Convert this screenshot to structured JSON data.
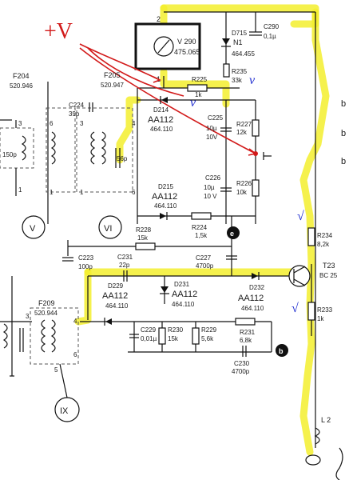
{
  "annotation": {
    "handwritten": "+V"
  },
  "meter": {
    "ref": "V 290",
    "part": "475.065"
  },
  "labels": {
    "F204": {
      "ref": "F204",
      "part": "520.946"
    },
    "F205": {
      "ref": "F205",
      "part": "520.947"
    },
    "F209": {
      "ref": "F209",
      "part": "520.944"
    },
    "D715": {
      "ref": "D715",
      "type": "N1",
      "part": "464.455"
    },
    "C290": {
      "ref": "C290",
      "val": "0,1µ"
    },
    "R235": {
      "ref": "R235",
      "val": "33k"
    },
    "R225": {
      "ref": "R225",
      "val": "1k"
    },
    "D214": {
      "ref": "D214",
      "type": "AA112",
      "part": "464.110"
    },
    "C225": {
      "ref": "C225",
      "val": "10µ",
      "volt": "10V"
    },
    "R227": {
      "ref": "R227",
      "val": "12k"
    },
    "C226": {
      "ref": "C226",
      "val": "10µ",
      "volt": "10 V"
    },
    "R226": {
      "ref": "R226",
      "val": "10k"
    },
    "D215": {
      "ref": "D215",
      "type": "AA112",
      "part": "464.110"
    },
    "C224": {
      "ref": "C224",
      "val": "39p"
    },
    "C56": {
      "val": "56p"
    },
    "C150": {
      "val": "150p"
    },
    "R228": {
      "ref": "R228",
      "val": "15k"
    },
    "R224": {
      "ref": "R224",
      "val": "1,5k"
    },
    "C223": {
      "ref": "C223",
      "val": "100p"
    },
    "C231": {
      "ref": "C231",
      "val": "22p"
    },
    "C227": {
      "ref": "C227",
      "val": "4700p"
    },
    "D229": {
      "ref": "D229",
      "type": "AA112",
      "part": "464.110"
    },
    "D231": {
      "ref": "D231",
      "type": "AA112",
      "part": "464.110"
    },
    "D232": {
      "ref": "D232",
      "type": "AA112",
      "part": "464.110"
    },
    "C229": {
      "ref": "C229",
      "val": "0,01µ"
    },
    "R230": {
      "ref": "R230",
      "val": "15k"
    },
    "R229": {
      "ref": "R229",
      "val": "5,6k"
    },
    "R231": {
      "ref": "R231",
      "val": "6,8k"
    },
    "C230": {
      "ref": "C230",
      "val": "4700p"
    },
    "R234": {
      "ref": "R234",
      "val": "8,2k"
    },
    "R233": {
      "ref": "R233",
      "val": "1k"
    },
    "T23": {
      "ref": "T23",
      "type": "BC 25"
    },
    "L2": {
      "ref": "L 2"
    }
  },
  "node_markers": {
    "e": "e",
    "b": "b"
  },
  "test_points": {
    "V": "V",
    "VI": "VI",
    "IX": "IX"
  },
  "pins": [
    "1",
    "2",
    "3",
    "4",
    "5",
    "6"
  ],
  "edge_letters": [
    "b",
    "b",
    "b"
  ],
  "colors": {
    "highlight": "#f3ee2e",
    "annotation": "#d21a1a",
    "check": "#1d2bd0"
  }
}
